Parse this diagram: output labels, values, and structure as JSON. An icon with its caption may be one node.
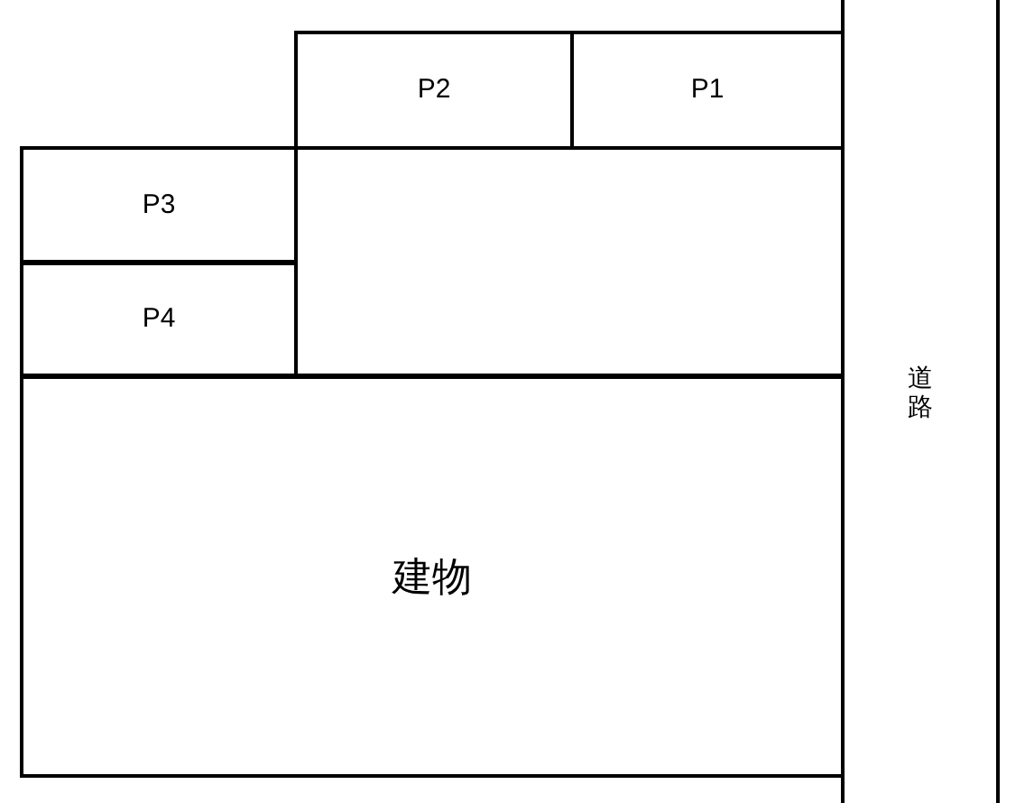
{
  "diagram": {
    "nodes": [
      {
        "text": [
          "P2"
        ]
      },
      {
        "text": [
          "P1"
        ]
      },
      {
        "text": [
          "P3"
        ]
      },
      {
        "text": [],
        "shape": "box"
      },
      {
        "text": [
          "P4"
        ]
      },
      {
        "text": [
          "建物"
        ]
      },
      {
        "text": [
          "道路"
        ]
      }
    ]
  }
}
